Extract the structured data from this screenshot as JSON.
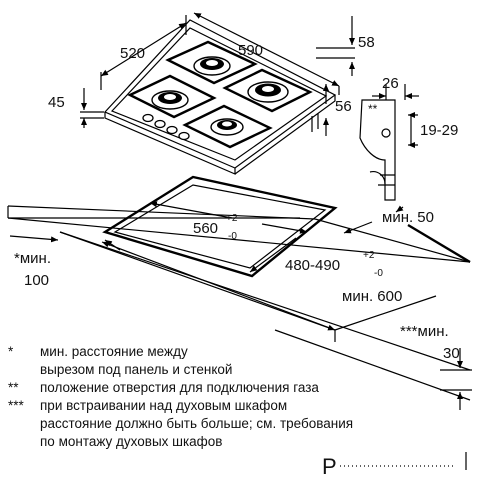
{
  "dimensions": {
    "d520": "520",
    "d590": "590",
    "d58": "58",
    "d45": "45",
    "d56": "56",
    "d26": "26",
    "d19_29": "19-29",
    "gas_marker": "**",
    "cut_width": "560",
    "cut_width_tol_plus": "+2",
    "cut_width_tol_minus": "-0",
    "cut_depth": "480-490",
    "cut_depth_tol_plus": "+2",
    "cut_depth_tol_minus": "-0",
    "min50": "мин. 50",
    "min100_line1": "*мин.",
    "min100_line2": "100",
    "min600": "мин. 600",
    "min30_line1": "***мин.",
    "min30_line2": "30"
  },
  "notes": [
    {
      "mark": "*",
      "lines": [
        "мин. расстояние между",
        "вырезом под панель и стенкой"
      ]
    },
    {
      "mark": "**",
      "lines": [
        "положение отверстия для подключения газа"
      ]
    },
    {
      "mark": "***",
      "lines": [
        "при встраивании над духовым шкафом",
        "расстояние должно быть больше; см. требования",
        "по монтажу духовых шкафов"
      ]
    }
  ],
  "corner_label": "P"
}
